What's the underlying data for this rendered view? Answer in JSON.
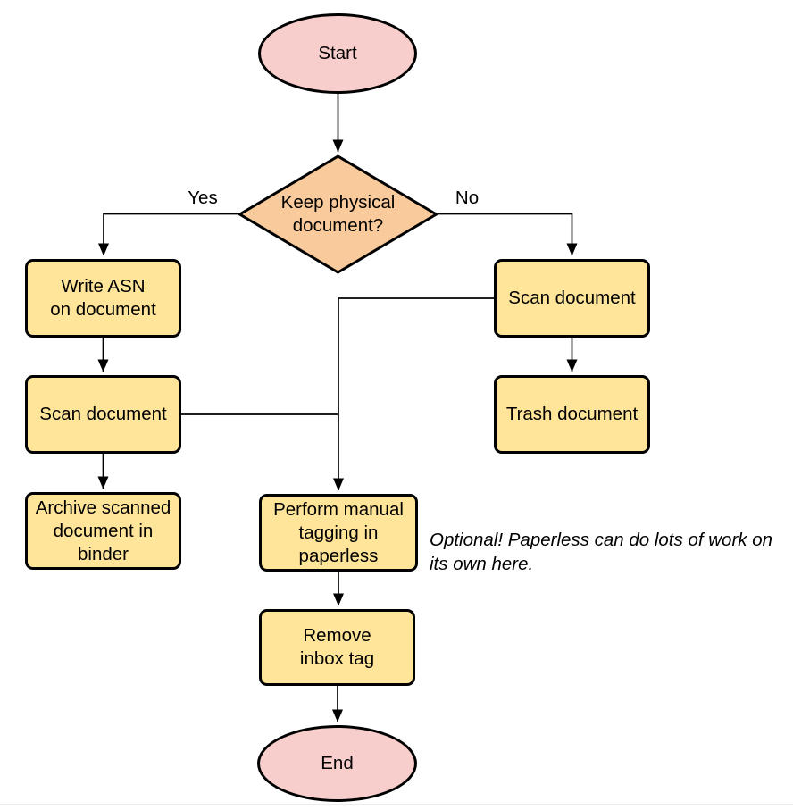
{
  "colors": {
    "background": "#ffffff",
    "terminal_fill": "#f8cecc",
    "process_fill": "#ffe599",
    "decision_fill": "#f9cb9c",
    "stroke": "#000000"
  },
  "nodes": {
    "start": {
      "lines": [
        "Start"
      ]
    },
    "decision": {
      "lines": [
        "Keep physical",
        "document?"
      ]
    },
    "write_asn": {
      "lines": [
        "Write ASN",
        "on document"
      ]
    },
    "scan_left": {
      "lines": [
        "Scan document"
      ]
    },
    "archive": {
      "lines": [
        "Archive scanned",
        "document in",
        "binder"
      ]
    },
    "scan_right": {
      "lines": [
        "Scan document"
      ]
    },
    "trash": {
      "lines": [
        "Trash document"
      ]
    },
    "tagging": {
      "lines": [
        "Perform manual",
        "tagging in",
        "paperless"
      ]
    },
    "remove_inbox": {
      "lines": [
        "Remove",
        "inbox tag"
      ]
    },
    "end": {
      "lines": [
        "End"
      ]
    }
  },
  "edge_labels": {
    "yes": "Yes",
    "no": "No"
  },
  "annotation": {
    "lines": [
      "Optional! Paperless can do lots of work on",
      "its own here."
    ]
  }
}
